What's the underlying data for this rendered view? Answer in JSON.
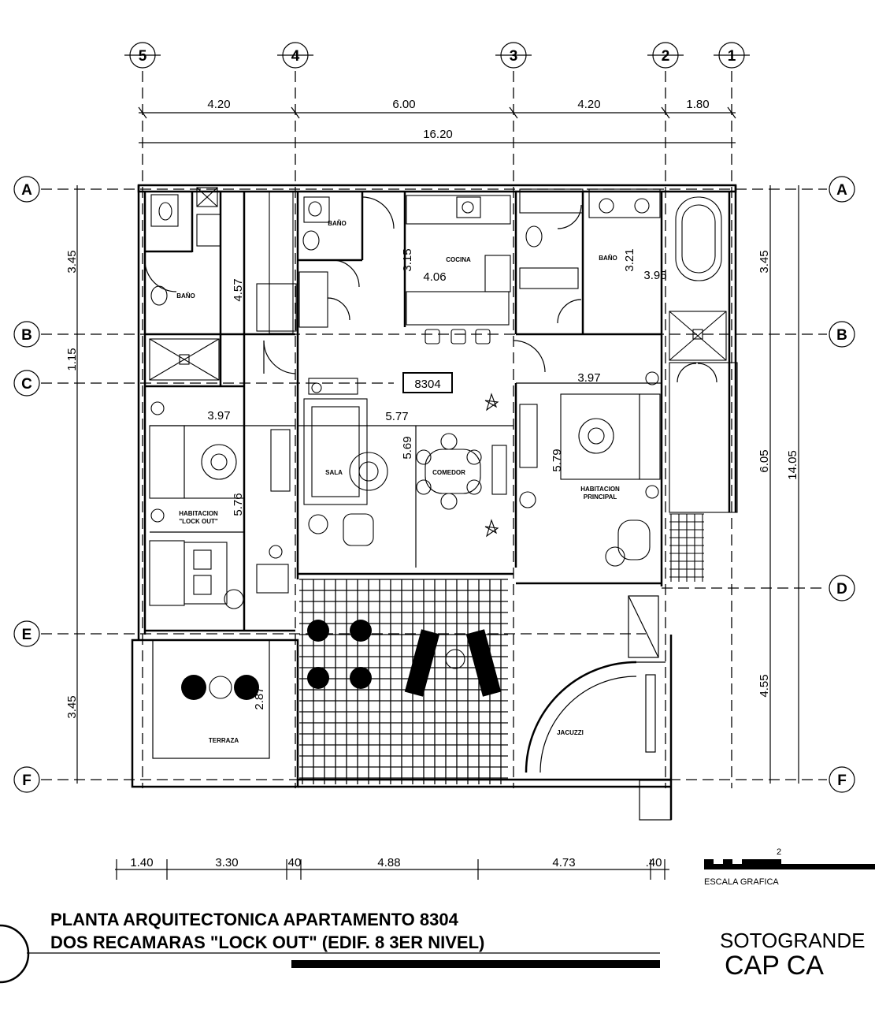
{
  "axes": {
    "vertical": [
      "5",
      "4",
      "3",
      "2",
      "1"
    ],
    "horizontal": [
      "A",
      "B",
      "C",
      "E",
      "F",
      "D"
    ]
  },
  "dimensions": {
    "top_spans": [
      "4.20",
      "6.00",
      "4.20",
      "1.80"
    ],
    "top_total": "16.20",
    "left_spans": [
      "3.45",
      "1.15",
      "3.45"
    ],
    "right_spans": [
      "3.45",
      "6.05",
      "4.55"
    ],
    "right_total": "14.05",
    "bottom_spans": [
      "1.40",
      "3.30",
      "40",
      "4.88",
      "4.73",
      ".40"
    ],
    "interior": [
      "4.57",
      "3.15",
      "4.06",
      "3.21",
      "3.95",
      "3.97",
      "5.77",
      "5.69",
      "3.97",
      "5.76",
      "5.79",
      "2.87"
    ]
  },
  "rooms": {
    "bano_1": "BAÑO",
    "bano_2": "BAÑO",
    "bano_3": "BAÑO",
    "cocina": "COCINA",
    "sala": "SALA",
    "comedor": "COMEDOR",
    "hab_lockout": "HABITACION\n\"LOCK OUT\"",
    "hab_principal": "HABITACION\nPRINCIPAL",
    "terraza": "TERRAZA",
    "jacuzzi": "JACUZZI"
  },
  "unit_tag": "8304",
  "scale": {
    "label": "ESCALA GRAFICA",
    "number": "2"
  },
  "title": {
    "line1": "PLANTA ARQUITECTONICA APARTAMENTO 8304",
    "line2": "DOS RECAMARAS \"LOCK OUT\" (EDIF. 8 3ER NIVEL)"
  },
  "logo": {
    "text1": "SOTOGRANDE",
    "text2": "CAP CA"
  }
}
